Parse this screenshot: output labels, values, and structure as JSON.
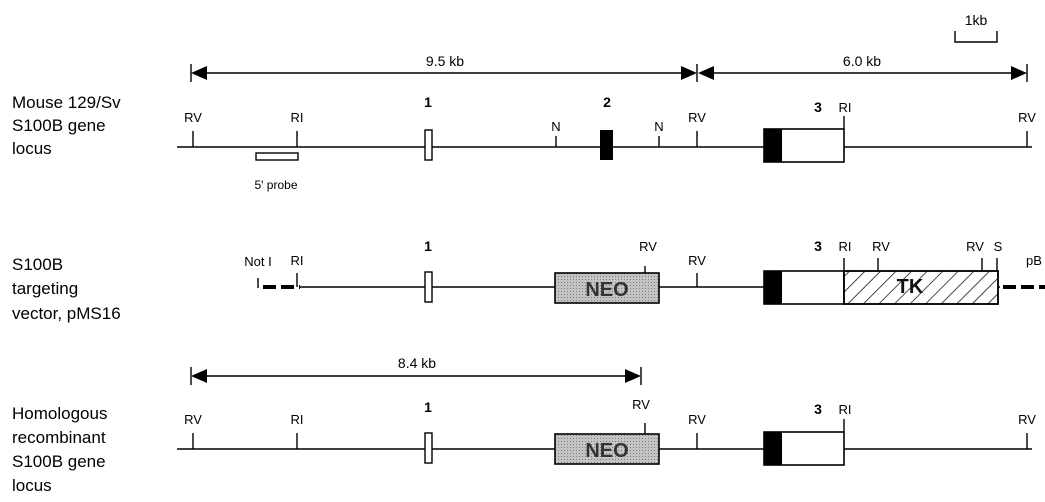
{
  "scale_bar": {
    "label": "1kb"
  },
  "rows": [
    {
      "title": [
        "Mouse 129/Sv",
        "S100B gene",
        "locus"
      ],
      "dimensions": [
        "9.5 kb",
        "6.0 kb"
      ],
      "sites": [
        "RV",
        "RI",
        "N",
        "N",
        "RV",
        "RI",
        "RV"
      ],
      "exons": [
        "1",
        "2",
        "3"
      ],
      "probe": "5' probe"
    },
    {
      "title": [
        "S100B",
        "targeting",
        "vector, pMS16"
      ],
      "sites": [
        "Not I",
        "RI",
        "RV",
        "RV",
        "RI",
        "RV",
        "RV",
        "S",
        "pB"
      ],
      "exons": [
        "1",
        "3"
      ],
      "cassettes": [
        "NEO",
        "TK"
      ]
    },
    {
      "title": [
        "Homologous",
        "recombinant",
        "S100B gene",
        "locus"
      ],
      "dimensions": [
        "8.4  kb"
      ],
      "sites": [
        "RV",
        "RI",
        "RV",
        "RV",
        "RI",
        "RV"
      ],
      "exons": [
        "1",
        "3"
      ],
      "cassettes": [
        "NEO"
      ]
    }
  ]
}
